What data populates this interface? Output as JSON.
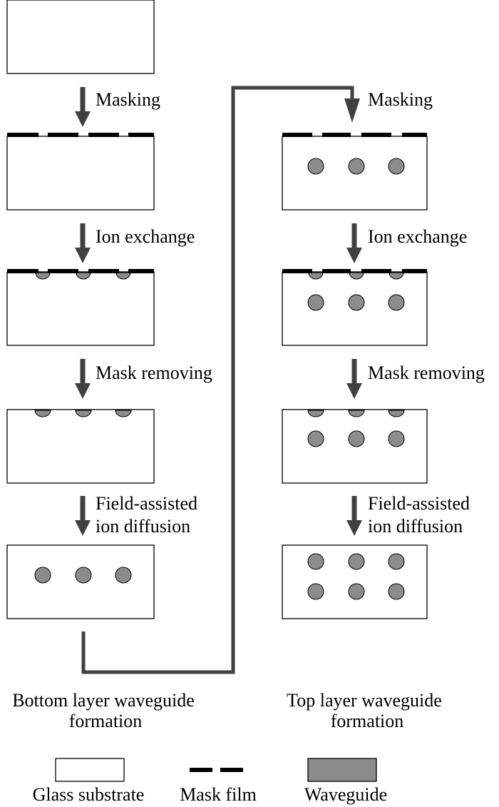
{
  "colors": {
    "substrate_fill": "#ffffff",
    "outline": "#000000",
    "mask_film": "#000000",
    "waveguide": "#8c8c8c",
    "arrow": "#404040",
    "connector": "#404040"
  },
  "columns": {
    "bottom": {
      "steps": [
        {
          "label_lines": [
            "Masking"
          ]
        },
        {
          "label_lines": [
            "Ion exchange"
          ]
        },
        {
          "label_lines": [
            "Mask removing"
          ]
        },
        {
          "label_lines": [
            "Field-assisted",
            "ion diffusion"
          ]
        }
      ],
      "caption_lines": [
        "Bottom layer waveguide",
        "formation"
      ]
    },
    "top": {
      "steps": [
        {
          "label_lines": [
            "Masking"
          ]
        },
        {
          "label_lines": [
            "Ion exchange"
          ]
        },
        {
          "label_lines": [
            "Mask removing"
          ]
        },
        {
          "label_lines": [
            "Field-assisted",
            "ion diffusion"
          ]
        }
      ],
      "caption_lines": [
        "Top layer waveguide",
        "formation"
      ]
    }
  },
  "legend": {
    "glass_substrate": "Glass substrate",
    "mask_film": "Mask film",
    "waveguide": "Waveguide"
  }
}
